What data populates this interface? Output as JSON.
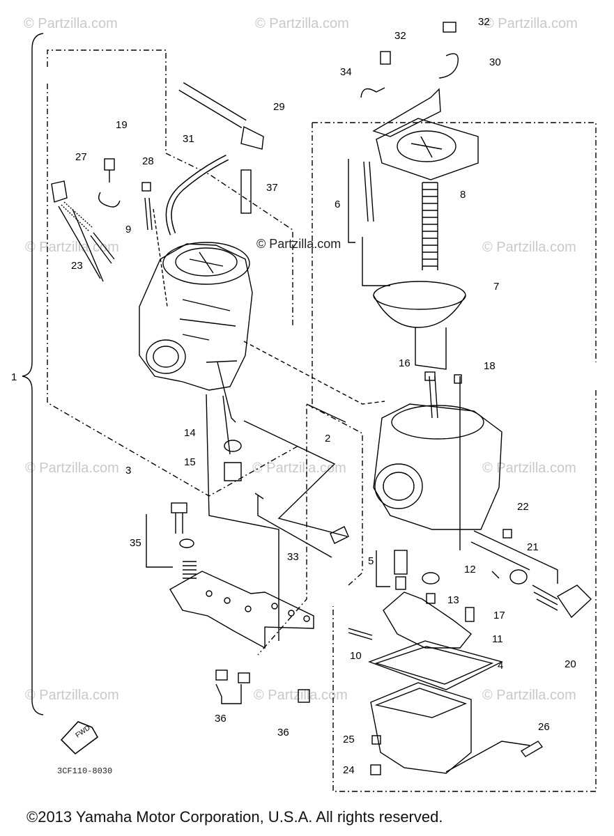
{
  "watermark": "© Partzilla.com",
  "center_watermark": "© Partzilla.com",
  "fwd_label": "FWD",
  "diagram_code": "3CF110-8030",
  "copyright": "©2013 Yamaha Motor Corporation, U.S.A. All rights reserved.",
  "callouts": {
    "c1": "1",
    "c2": "2",
    "c3": "3",
    "c4": "4",
    "c5": "5",
    "c6": "6",
    "c7": "7",
    "c8": "8",
    "c9": "9",
    "c10": "10",
    "c11": "11",
    "c12": "12",
    "c13": "13",
    "c14": "14",
    "c15": "15",
    "c16": "16",
    "c17": "17",
    "c18": "18",
    "c19": "19",
    "c20": "20",
    "c21": "21",
    "c22": "22",
    "c23": "23",
    "c24": "24",
    "c25": "25",
    "c26": "26",
    "c27": "27",
    "c28": "28",
    "c29": "29",
    "c30": "30",
    "c31": "31",
    "c32a": "32",
    "c32b": "32",
    "c33": "33",
    "c34": "34",
    "c35": "35",
    "c36a": "36",
    "c36b": "36",
    "c37": "37"
  }
}
